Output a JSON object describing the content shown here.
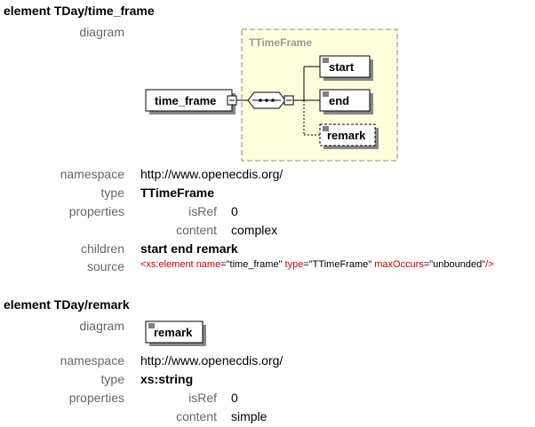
{
  "section1": {
    "heading": "element TDay/time_frame",
    "diagram_label": "diagram",
    "diagram": {
      "group_title": "TTimeFrame",
      "element_name": "time_frame",
      "children": [
        "start",
        "end",
        "remark"
      ]
    },
    "namespace_label": "namespace",
    "namespace_value": "http://www.openecdis.org/",
    "type_label": "type",
    "type_value": "TTimeFrame",
    "properties_label": "properties",
    "prop_isref_label": "isRef",
    "prop_isref_value": "0",
    "prop_content_label": "content",
    "prop_content_value": "complex",
    "children_label": "children",
    "children_value": "start end remark",
    "source_label": "source",
    "source": {
      "open": "<xs:element",
      "name_attr": "name",
      "name_val": "\"time_frame\"",
      "type_attr": "type",
      "type_val": "\"TTimeFrame\"",
      "max_attr": "maxOccurs",
      "max_val": "\"unbounded\"",
      "close": "/>"
    }
  },
  "section2": {
    "heading": "element TDay/remark",
    "diagram_label": "diagram",
    "diagram": {
      "element_name": "remark"
    },
    "namespace_label": "namespace",
    "namespace_value": "http://www.openecdis.org/",
    "type_label": "type",
    "type_value": "xs:string",
    "properties_label": "properties",
    "prop_isref_label": "isRef",
    "prop_isref_value": "0",
    "prop_content_label": "content",
    "prop_content_value": "simple"
  },
  "colors": {
    "label_gray": "#666666",
    "group_fill": "#ffffdd",
    "group_border": "#b0b0a0",
    "source_red": "#cc0000"
  }
}
